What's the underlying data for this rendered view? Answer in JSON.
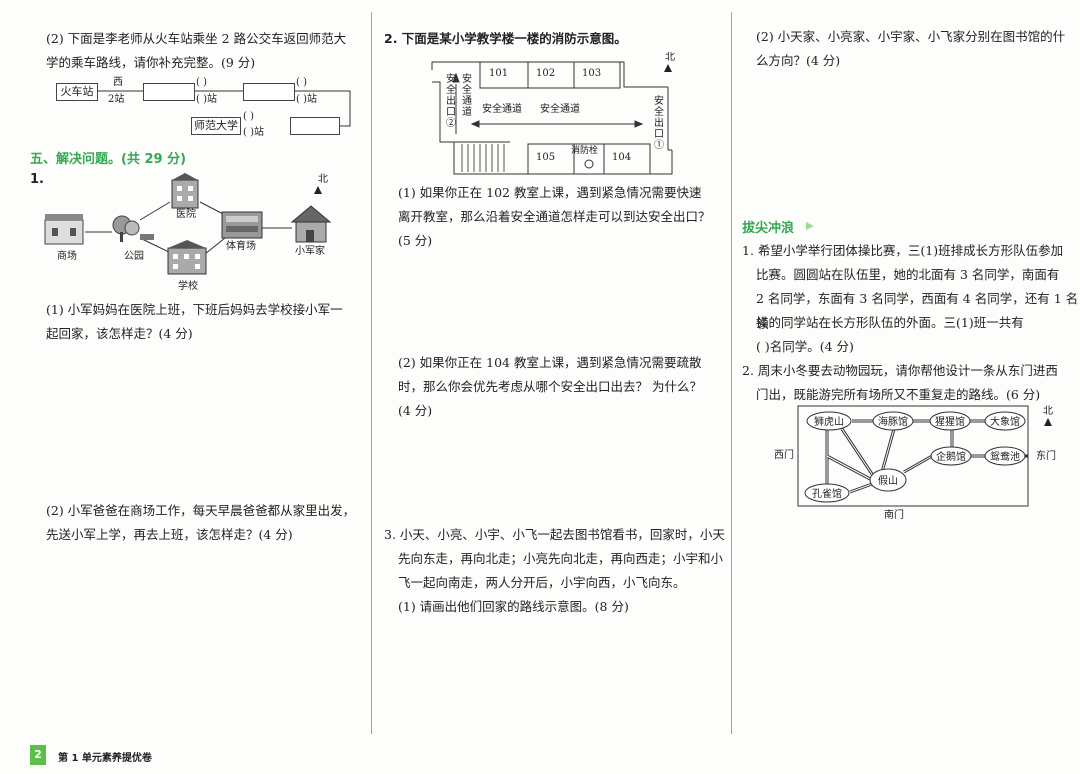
{
  "col1": {
    "q2_text1": "(2) 下面是李老师从火车站乘坐 2 路公交车返回师范大",
    "q2_text2": "学的乘车路线，请你补充完整。(9 分)",
    "route": {
      "start": "火车站",
      "dir1": "西",
      "stops1": "2站",
      "paren_open": "(        )",
      "paren_stops": "(        )站",
      "end": "师范大学"
    },
    "section5": "五、解决问题。(共 29 分)",
    "q1_num": "1.",
    "map_labels": {
      "north": "北",
      "hospital": "医院",
      "mall": "商场",
      "park": "公园",
      "stadium": "体育场",
      "home": "小军家",
      "school": "学校"
    },
    "q1_1_a": "(1) 小军妈妈在医院上班，下班后妈妈去学校接小军一",
    "q1_1_b": "起回家，该怎样走？(4 分)",
    "q1_2_a": "(2) 小军爸爸在商场工作，每天早晨爸爸都从家里出发，",
    "q1_2_b": "先送小军上学，再去上班，该怎样走？(4 分)"
  },
  "col2": {
    "q2_title": "2. 下面是某小学教学楼一楼的消防示意图。",
    "plan": {
      "north": "北",
      "rooms_top": [
        "101",
        "102",
        "103"
      ],
      "rooms_bottom": [
        "105",
        "104"
      ],
      "hydrant": "消防栓",
      "exit2": "安全出口②",
      "exit1": "安全出口①",
      "passage": "安全通道",
      "passage_v": "安全通道"
    },
    "q2_1_a": "(1) 如果你正在 102 教室上课，遇到紧急情况需要快速",
    "q2_1_b": "离开教室，那么沿着安全通道怎样走可以到达安全出口？",
    "q2_1_c": "(5 分)",
    "q2_2_a": "(2) 如果你正在 104 教室上课，遇到紧急情况需要疏散",
    "q2_2_b": "时，那么你会优先考虑从哪个安全出口出去？ 为什么？",
    "q2_2_c": "(4 分)",
    "q3_a": "3. 小天、小亮、小宇、小飞一起去图书馆看书，回家时，小天",
    "q3_b": "先向东走，再向北走；小亮先向北走，再向西走；小宇和小",
    "q3_c": "飞一起向南走，两人分开后，小宇向西，小飞向东。",
    "q3_1": "(1) 请画出他们回家的路线示意图。(8 分)"
  },
  "col3": {
    "q3_2_a": "(2) 小天家、小亮家、小宇家、小飞家分别在图书馆的什",
    "q3_2_b": "么方向？(4 分)",
    "section_title": "拔尖冲浪",
    "p1_a": "1. 希望小学举行团体操比赛，三(1)班排成长方形队伍参加",
    "p1_b": "比赛。圆圆站在队伍里，她的北面有 3 名同学，南面有",
    "p1_c": "2 名同学，东面有 3 名同学，西面有 4 名同学，还有 1 名领",
    "p1_d": "操的同学站在长方形队伍的外面。三(1)班一共有",
    "p1_e": "(       )名同学。(4 分)",
    "p2_a": "2. 周末小冬要去动物园玩，请你帮他设计一条从东门进西",
    "p2_b": "门出，既能游完所有场所又不重复走的路线。(6 分)",
    "zoo": {
      "north": "北",
      "lion": "狮虎山",
      "dolphin": "海豚馆",
      "gorilla": "猩猩馆",
      "elephant": "大象馆",
      "penguin": "企鹅馆",
      "duck": "鸳鸯池",
      "peacock": "孔雀馆",
      "rockery": "假山",
      "west_gate": "西门",
      "east_gate": "东门",
      "south_gate": "南门"
    }
  },
  "footer": {
    "page_num": "2",
    "title": "第 1 单元素养提优卷"
  }
}
